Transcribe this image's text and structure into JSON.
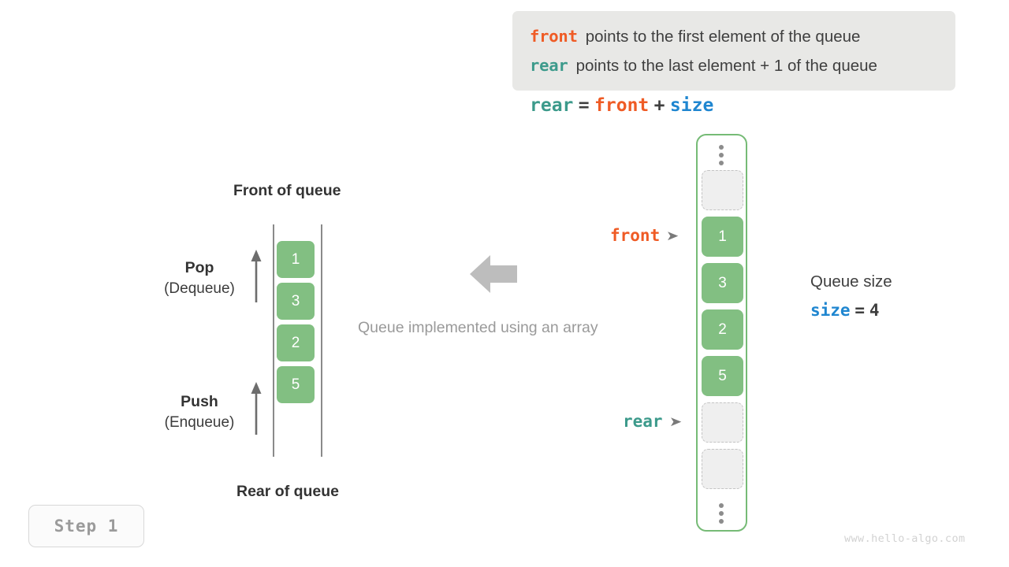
{
  "legend": {
    "lines": [
      {
        "keyword": "front",
        "keyword_color": "#ef5b25",
        "description": "points to the first element of the queue"
      },
      {
        "keyword": "rear",
        "keyword_color": "#3c9a8b",
        "description": "points to the last element + 1 of the queue"
      }
    ],
    "background": "#e8e8e6"
  },
  "equation": {
    "lhs": "rear",
    "equals": "=",
    "rhs1": "front",
    "plus": "+",
    "rhs2": "size"
  },
  "left_diagram": {
    "top_label": "Front of queue",
    "bottom_label": "Rear of queue",
    "cells": [
      "1",
      "3",
      "2",
      "5"
    ],
    "cell_color": "#82bf82",
    "pop": {
      "title": "Pop",
      "subtitle": "(Dequeue)",
      "arrow": "up-arrow-icon"
    },
    "push": {
      "title": "Push",
      "subtitle": "(Enqueue)",
      "arrow": "up-arrow-icon"
    }
  },
  "center": {
    "arrow": "left-block-arrow-icon",
    "caption": "Queue implemented using an array",
    "caption_color": "#9a9a9a"
  },
  "array": {
    "border_color": "#76bb76",
    "top_ellipsis": "vertical-ellipsis-icon",
    "bottom_ellipsis": "vertical-ellipsis-icon",
    "slots": [
      {
        "value": "",
        "state": "empty"
      },
      {
        "value": "1",
        "state": "filled"
      },
      {
        "value": "3",
        "state": "filled"
      },
      {
        "value": "2",
        "state": "filled"
      },
      {
        "value": "5",
        "state": "filled"
      },
      {
        "value": "",
        "state": "empty"
      },
      {
        "value": "",
        "state": "empty"
      }
    ],
    "pointers": [
      {
        "label": "front",
        "color": "#ef5b25",
        "arrow": "pointer-arrow-icon"
      },
      {
        "label": "rear",
        "color": "#3c9a8b",
        "arrow": "pointer-arrow-icon"
      }
    ]
  },
  "queue_size": {
    "title": "Queue size",
    "variable": "size",
    "equals": "=",
    "value": "4",
    "variable_color": "#1f86d0"
  },
  "step_badge": {
    "label": "Step 1"
  },
  "watermark": {
    "text": "www.hello-algo.com"
  }
}
